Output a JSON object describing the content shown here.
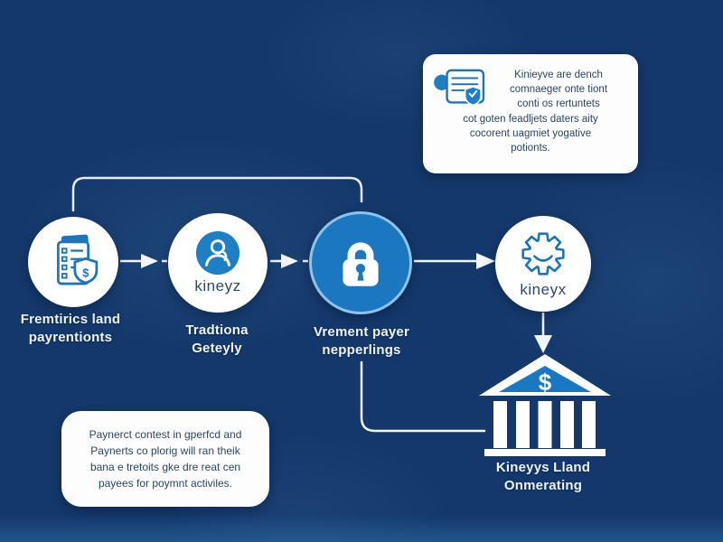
{
  "colors": {
    "background_navy": "#14386b",
    "accent_blue": "#1d78c1",
    "lock_ring_blue": "#8fc3e9",
    "callout_text": "#2b4564",
    "connector_white": "#f2f6fa"
  },
  "top_callout": {
    "icon": "document-shield-icon",
    "lines": [
      "Kinieyve are dench",
      "comnaeger onte tiont",
      "conti os rertuntets",
      "cot goten feadljets daters aity",
      "cocorent uagmiet yogative",
      "potionts."
    ]
  },
  "flow": {
    "documents": {
      "icon": "clipboard-shield-icon",
      "shield_glyph": "$",
      "label_lines": [
        "Fremtirics land",
        "payrentionts"
      ]
    },
    "gateway": {
      "icon": "user-icon",
      "name": "kineyz",
      "label_lines": [
        "Tradtiona",
        "Geteyly"
      ]
    },
    "secure": {
      "icon": "lock-icon",
      "label_lines": [
        "Vrement payer",
        "nepperlings"
      ]
    },
    "processor": {
      "icon": "gear-smile-icon",
      "name": "kineyx"
    }
  },
  "bank": {
    "icon": "bank-icon",
    "currency_symbol": "$",
    "label_lines": [
      "Kineyys Lland",
      "Onmerating"
    ]
  },
  "bottom_callout": {
    "lines": [
      "Paynerct contest in gperfcd and",
      "Paynerts co plorig will ran theik",
      "bana e tretoits gke dre reat cen",
      "payees for poymnt activiles."
    ]
  }
}
